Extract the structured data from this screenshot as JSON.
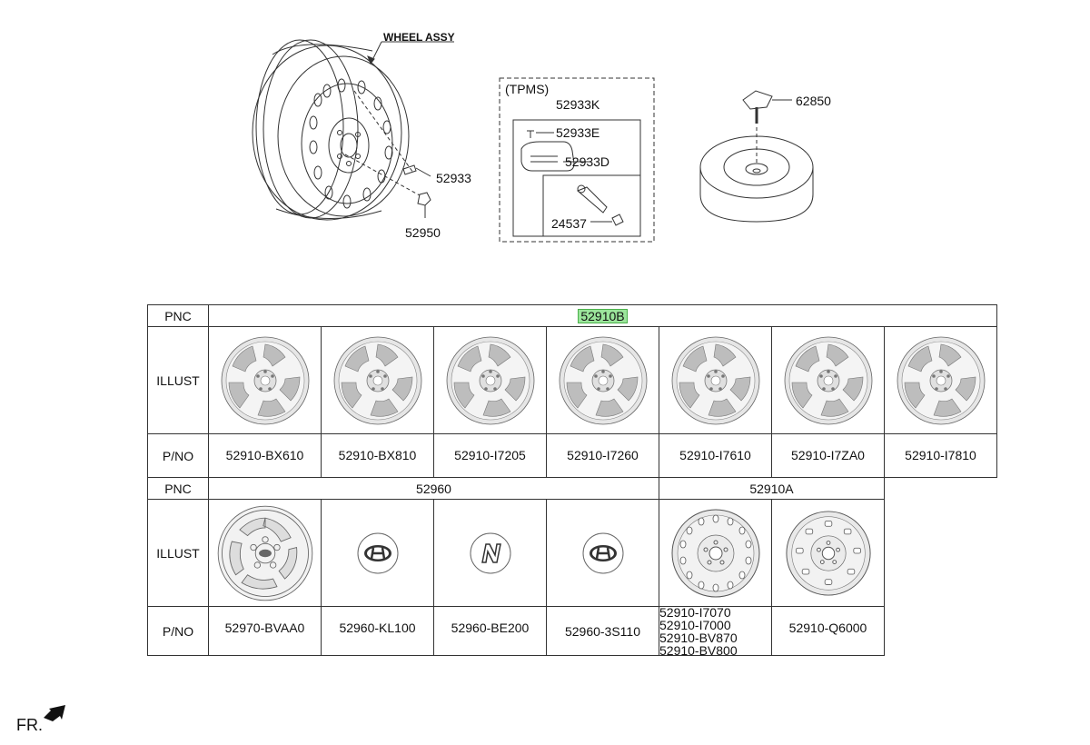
{
  "diagram": {
    "wheel_assy_label": "WHEEL ASSY",
    "callouts": {
      "valve": "52933",
      "nut": "52950",
      "tpms_group": "(TPMS)",
      "tpms_sensor_set": "52933K",
      "screw": "52933E",
      "sensor_valve": "52933D",
      "valve_cap": "24537",
      "spare_carrier": "62850"
    },
    "front_label": "FR."
  },
  "table": {
    "header_pnc": "PNC",
    "header_illust": "ILLUST",
    "header_pno": "P/NO",
    "row1": {
      "pnc": "52910B",
      "parts": [
        "52910-BX610",
        "52910-BX810",
        "52910-I7205",
        "52910-I7260",
        "52910-I7610",
        "52910-I7ZA0",
        "52910-I7810"
      ]
    },
    "row2": {
      "pnc_a": "52960",
      "pnc_b": "52910A",
      "parts": [
        "52970-BVAA0",
        "52960-KL100",
        "52960-BE200",
        "52960-3S110"
      ],
      "parts_multi": [
        "52910-I7070",
        "52910-I7000",
        "52910-BV870",
        "52910-BV800"
      ],
      "part_last": "52910-Q6000"
    }
  }
}
